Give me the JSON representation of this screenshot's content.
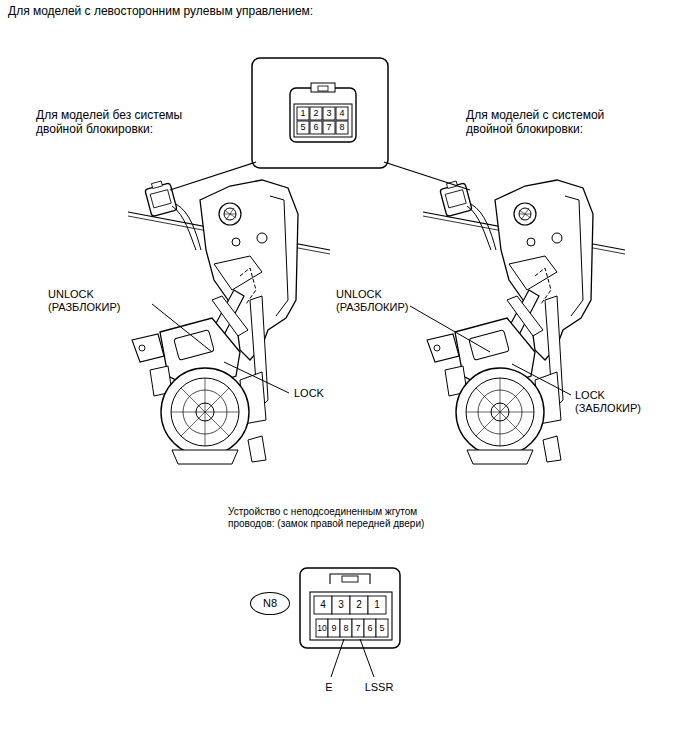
{
  "diagram": {
    "nodes": [
      {
        "text": [
          "N8"
        ]
      }
    ],
    "labels": [
      "Для моделей с левосторонним рулевым управлением:",
      "Для моделей без системы двойной блокировки:",
      "Для моделей с системой двойной блокировки:",
      "1",
      "2",
      "3",
      "4",
      "5",
      "6",
      "7",
      "8",
      "UNLOCK (РАЗБЛОКИР)",
      "LOCK",
      "UNLOCK (РАЗБЛОКИР)",
      "LOCK (ЗАБЛОКИР)",
      "Устройство с неподсоединенным жгутом проводов: (замок правой передней двери)",
      "4",
      "3",
      "2",
      "1",
      "10",
      "9",
      "8",
      "7",
      "6",
      "5",
      "E",
      "LSSR"
    ]
  }
}
